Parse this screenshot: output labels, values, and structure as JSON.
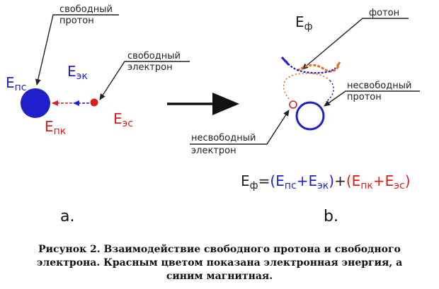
{
  "colors": {
    "magnetic": "#1f1fcc",
    "electric": "#dd1c1c",
    "photon_orange": "#ee6a1e",
    "pointer": "#222222"
  },
  "panel_a": {
    "label_free_proton": [
      "свободный",
      "протон"
    ],
    "label_free_electron": [
      "свободный",
      "электрон"
    ],
    "E_ps": {
      "main": "E",
      "sub": "пс"
    },
    "E_ek": {
      "main": "E",
      "sub": "эк"
    },
    "E_pk": {
      "main": "E",
      "sub": "пк"
    },
    "E_es": {
      "main": "E",
      "sub": "эс"
    },
    "letter": "a."
  },
  "panel_b": {
    "E_f": {
      "main": "E",
      "sub": "ф"
    },
    "label_photon": "фотон",
    "label_bound_proton": [
      "несвободный",
      "протон"
    ],
    "label_bound_electron": [
      "несвободный",
      "электрон"
    ],
    "letter": "b."
  },
  "equation": {
    "lhs_main": "E",
    "lhs_sub": "ф",
    "equals": "=",
    "open1": "(",
    "t1_main": "E",
    "t1_sub": "пс",
    "plus1": "+",
    "t2_main": "E",
    "t2_sub": "эк",
    "close1": ")",
    "plus_mid": "+",
    "open2": "(",
    "t3_main": "E",
    "t3_sub": "пк",
    "plus2": "+",
    "t4_main": "E",
    "t4_sub": "эс",
    "close2": ")"
  },
  "caption": {
    "line1": "Рисунок 2. Взаимодействие свободного протона и свободного",
    "line2": "электрона. Красным цветом показана электронная энергия, а",
    "line3": "синим магнитная."
  }
}
